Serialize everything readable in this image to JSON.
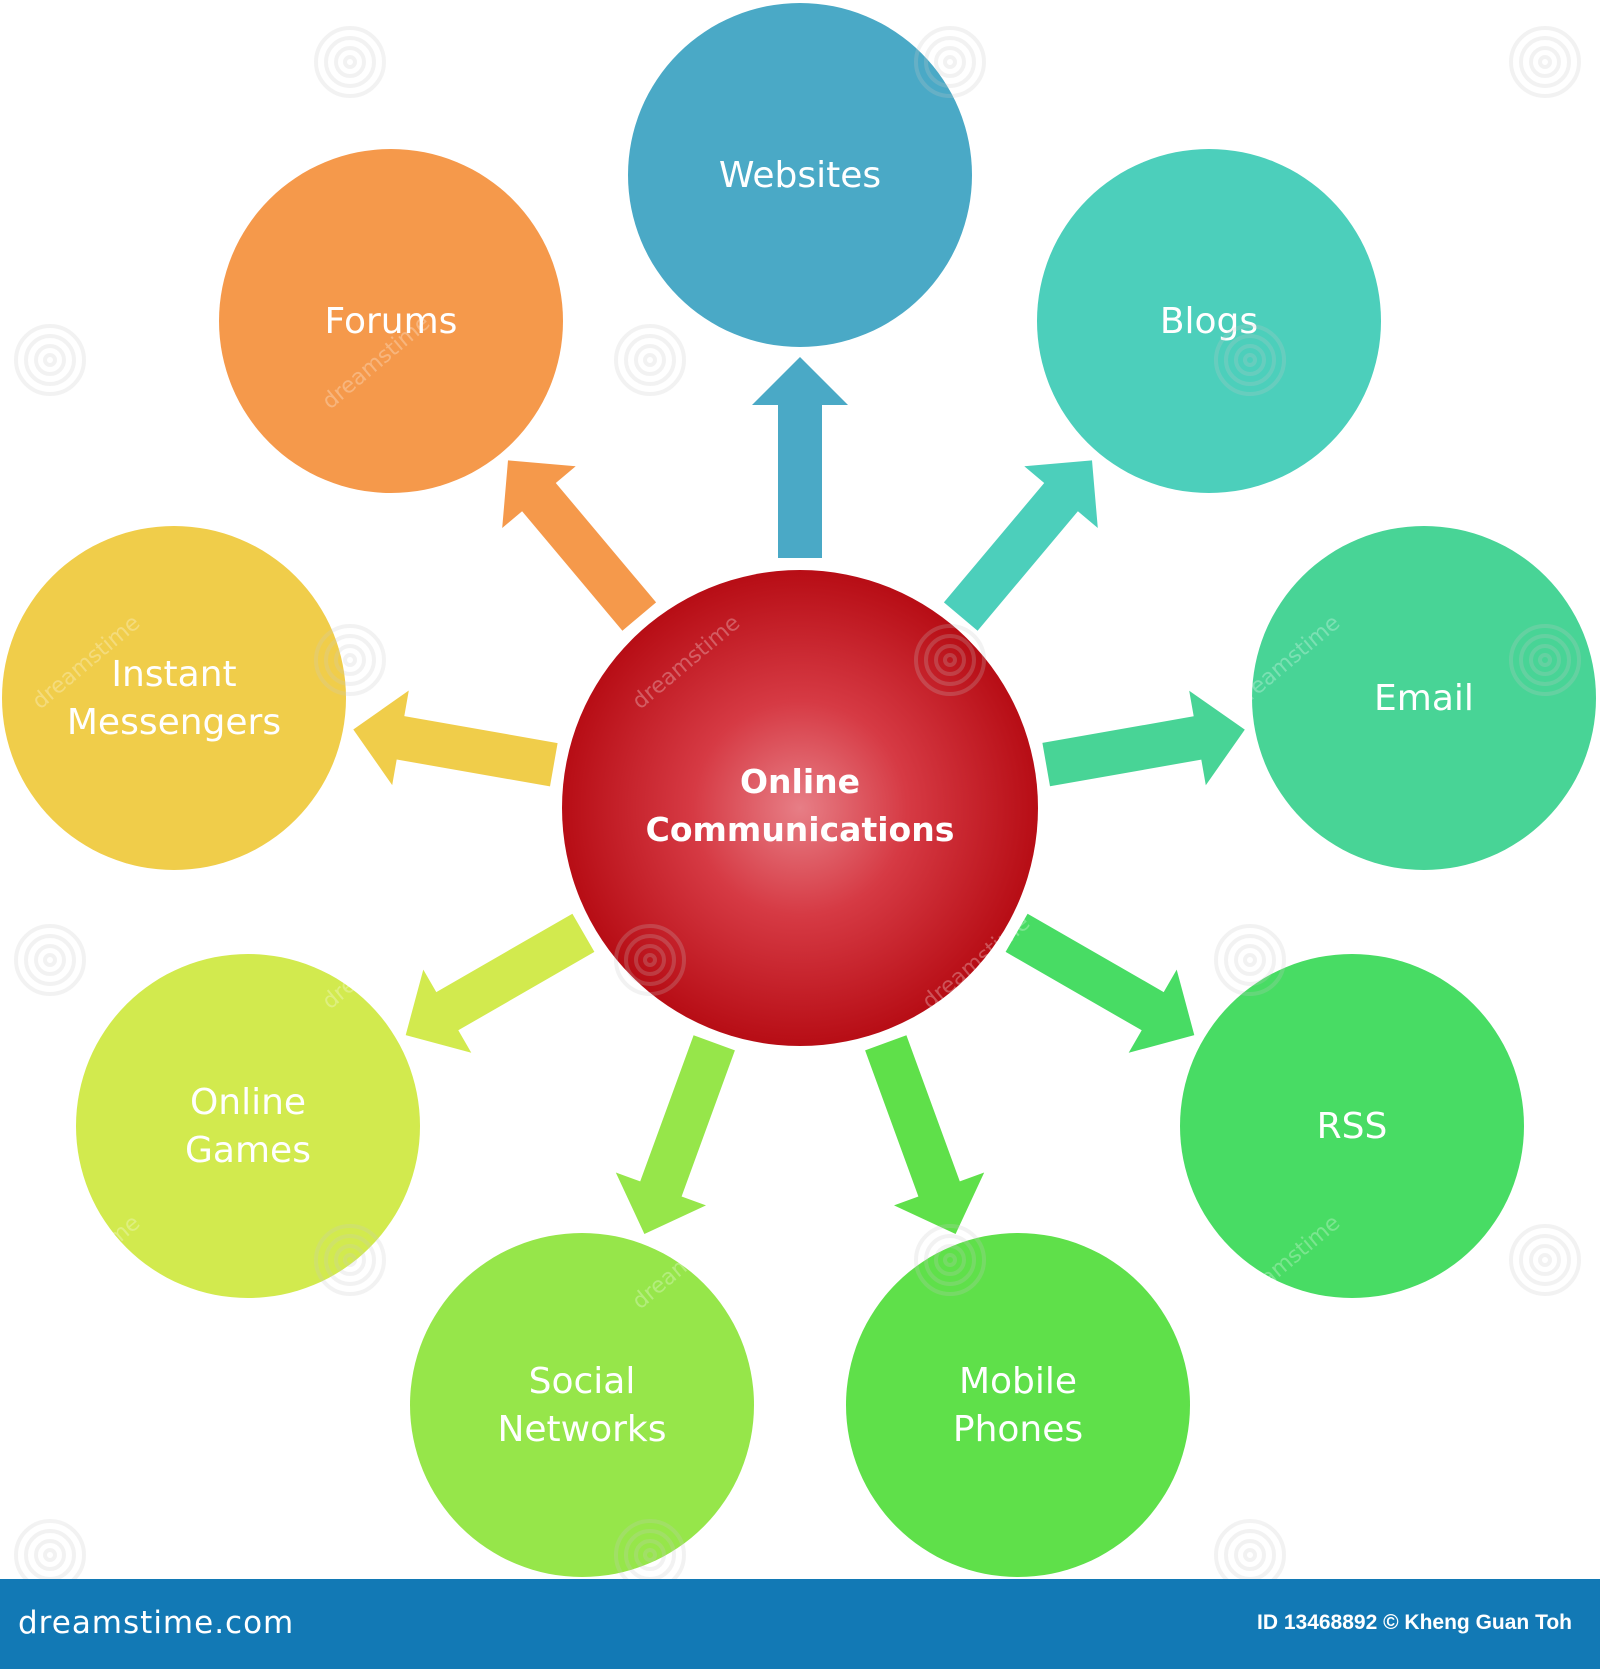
{
  "center": {
    "lines": [
      "Online",
      "Communications"
    ],
    "color": "#c8181f"
  },
  "nodes": [
    {
      "id": "websites",
      "lines": [
        "Websites"
      ],
      "color": "#4aa9c6"
    },
    {
      "id": "blogs",
      "lines": [
        "Blogs"
      ],
      "color": "#4ccfbb"
    },
    {
      "id": "email",
      "lines": [
        "Email"
      ],
      "color": "#48d496"
    },
    {
      "id": "rss",
      "lines": [
        "RSS"
      ],
      "color": "#48dc64"
    },
    {
      "id": "mobile-phones",
      "lines": [
        "Mobile",
        "Phones"
      ],
      "color": "#5fe04a"
    },
    {
      "id": "social-networks",
      "lines": [
        "Social",
        "Networks"
      ],
      "color": "#96e64a"
    },
    {
      "id": "online-games",
      "lines": [
        "Online",
        "Games"
      ],
      "color": "#d2ea4e"
    },
    {
      "id": "instant-messengers",
      "lines": [
        "Instant",
        "Messengers"
      ],
      "color": "#f0cd4a"
    },
    {
      "id": "forums",
      "lines": [
        "Forums"
      ],
      "color": "#f5994b"
    }
  ],
  "watermark": {
    "word": "dreamstime",
    "icon": "spiral-logo-icon"
  },
  "footer": {
    "color": "#1279b5",
    "site": "dreamstime.com",
    "credit": "ID 13468892 © Kheng Guan Toh"
  }
}
